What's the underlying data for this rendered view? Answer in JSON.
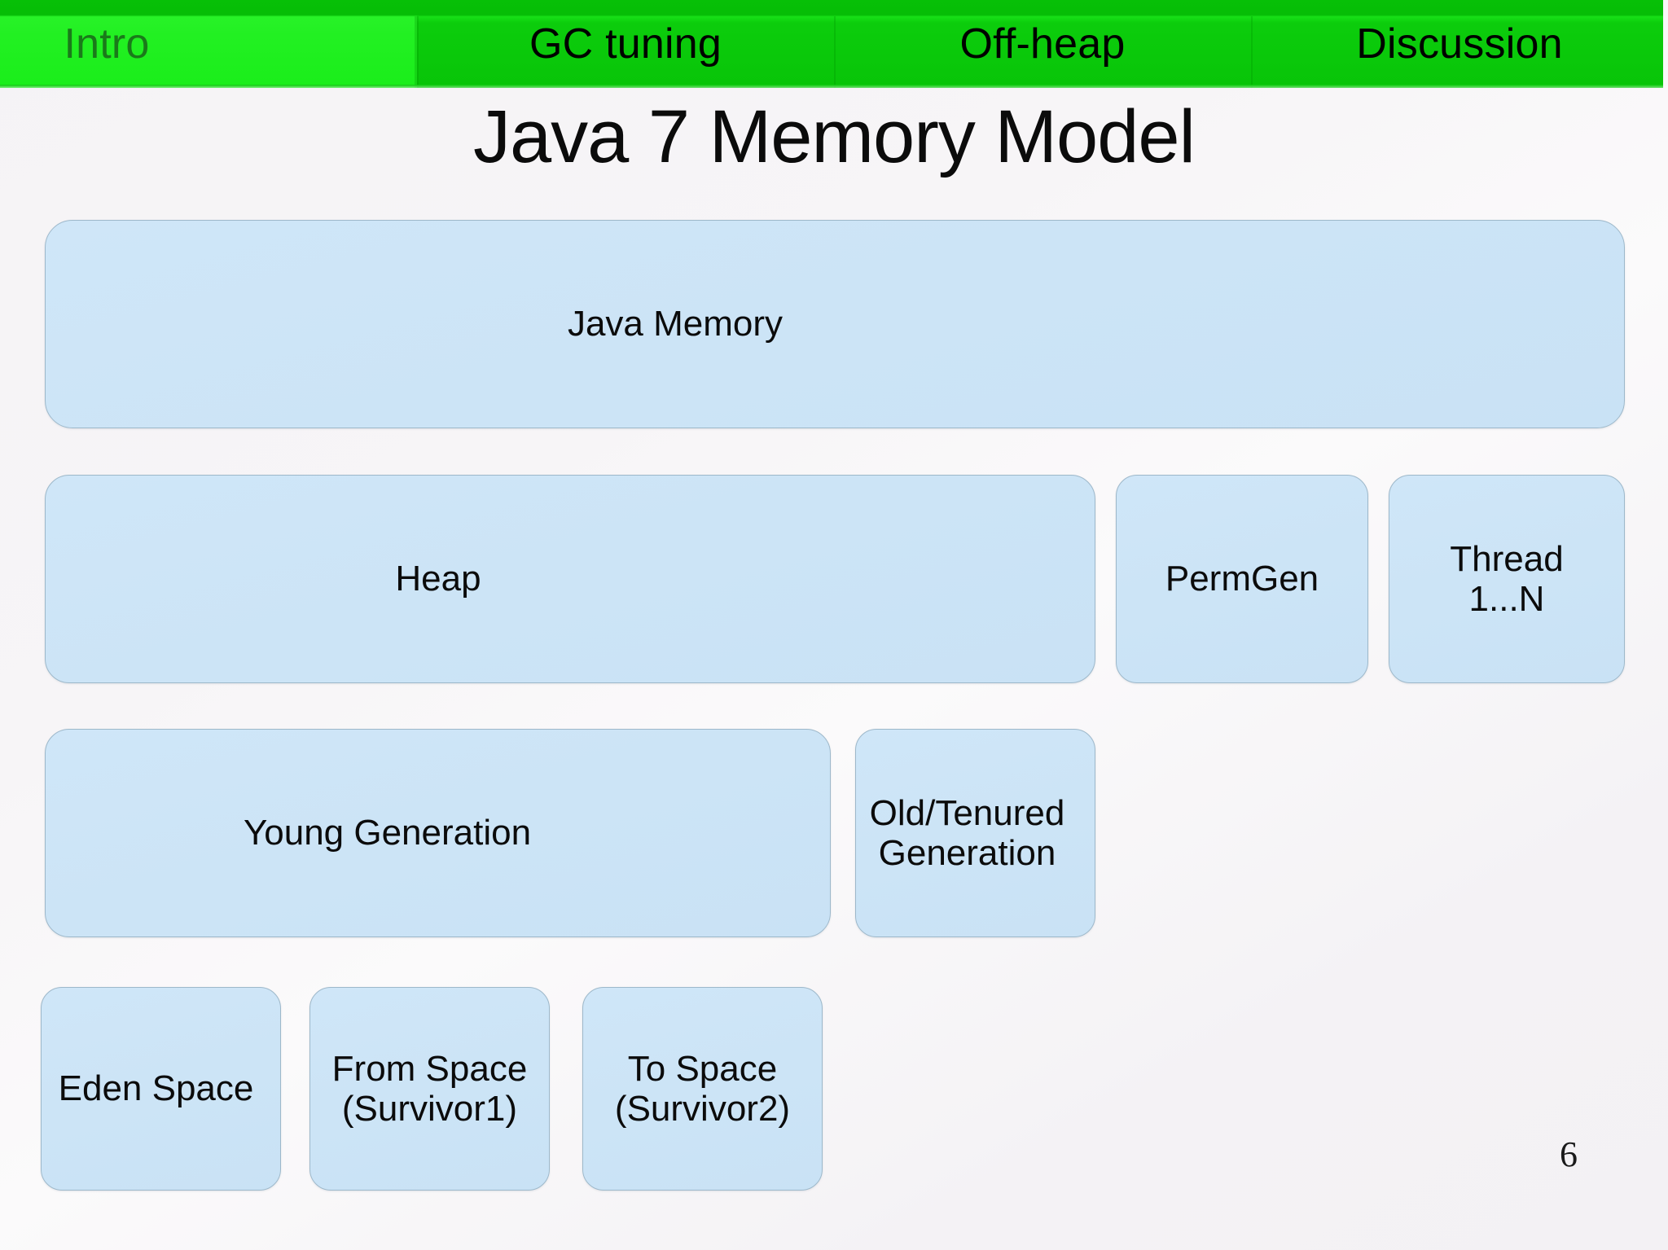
{
  "slide": {
    "title": "Java 7 Memory Model",
    "page_number": "6",
    "background_color": "#f4f2f5",
    "accent_color": "#0ccd0c",
    "active_tab_color": "#22f022",
    "box_fill_color": "#cce4f6",
    "box_border_color": "#9db8ca"
  },
  "navbar": {
    "tabs": [
      {
        "label": "Intro",
        "active": true
      },
      {
        "label": "GC tuning",
        "active": false
      },
      {
        "label": "Off-heap",
        "active": false
      },
      {
        "label": "Discussion",
        "active": false
      }
    ]
  },
  "diagram": {
    "rows": [
      {
        "boxes": [
          {
            "label": "Java Memory"
          }
        ]
      },
      {
        "boxes": [
          {
            "label": "Heap"
          },
          {
            "label": "PermGen"
          },
          {
            "label": "Thread\n1...N"
          }
        ]
      },
      {
        "boxes": [
          {
            "label": "Young Generation"
          },
          {
            "label": "Old/Tenured\nGeneration"
          }
        ]
      },
      {
        "boxes": [
          {
            "label": "Eden Space"
          },
          {
            "label": "From Space\n(Survivor1)"
          },
          {
            "label": "To Space\n(Survivor2)"
          }
        ]
      }
    ]
  }
}
